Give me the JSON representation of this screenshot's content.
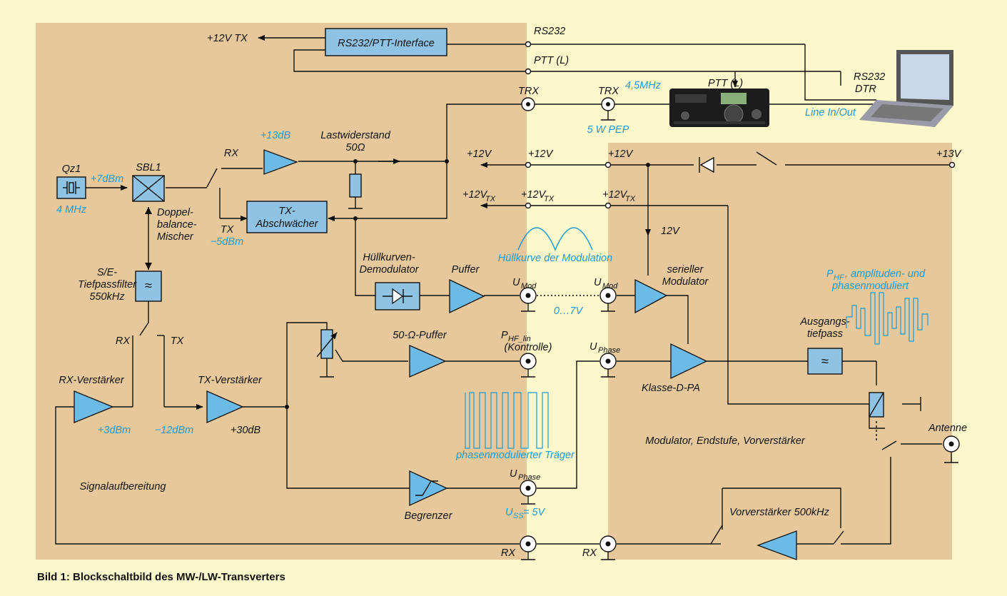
{
  "caption": "Bild 1: Blockschaltbild des MW-/LW-Transverters",
  "sections": {
    "left": "Signalaufbereitung",
    "right": "Modulator, Endstufe, Vorverstärker"
  },
  "blocks": {
    "rs232_interface": "RS232/PTT-Interface",
    "tx_attenuator": [
      "TX-",
      "Abschwächer"
    ],
    "qz1": "Qz1",
    "sbl1": "SBL1",
    "mixer": [
      "Doppel-",
      "balance-",
      "Mischer"
    ],
    "lowpass_se": [
      "S/E-",
      "Tiefpassfilter",
      "550kHz"
    ],
    "envelope_demod": [
      "Hüllkurven-",
      "Demodulator"
    ],
    "buffer": "Puffer",
    "buffer50": "50-Ω-Puffer",
    "rx_amp": "RX-Verstärker",
    "tx_amp": "TX-Verstärker",
    "limiter": "Begrenzer",
    "serial_mod": [
      "serieller",
      "Modulator"
    ],
    "classd": "Klasse-D-PA",
    "out_lowpass": [
      "Ausgangs-",
      "tiefpass"
    ],
    "preamp": "Vorverstärker 500kHz",
    "antenna": "Antenne",
    "load": [
      "Lastwiderstand",
      "50Ω"
    ]
  },
  "labels": {
    "tx12": "+12V TX",
    "rs232": "RS232",
    "ptt": "PTT (L)",
    "trx": "TRX",
    "rs232dtr": [
      "RS232",
      "DTR"
    ],
    "linein": "Line In/Out",
    "rx": "RX",
    "tx": "TX",
    "v12": "+12V",
    "v13": "+13V",
    "v12tx": "+12V",
    "tx_sub": "TX",
    "v12plain": "12V",
    "umod": "U",
    "umod_sub": "Mod",
    "uphase": "U",
    "uphase_sub": "Phase",
    "phf_lin": [
      "P",
      "HF_lin",
      "(Kontrolle)"
    ]
  },
  "blue_labels": {
    "mhz4": "4 MHz",
    "dbm7": "+7dBm",
    "db13": "+13dB",
    "dbm_m5": "−5dBm",
    "mhz45": "4,5MHz",
    "wpep": "5 W PEP",
    "envelope": "Hüllkurve der Modulation",
    "range": "0…7V",
    "phf_mod": [
      "P",
      "HF",
      ", amplituden- und",
      "phasenmoduliert"
    ],
    "dbm3": "+3dBm",
    "dbm_m12": "−12dBm",
    "phase_carrier": "phasenmodulierter Träger",
    "uss": [
      "U",
      "SS",
      " = 5V"
    ]
  },
  "black_values": {
    "db30": "+30dB"
  }
}
